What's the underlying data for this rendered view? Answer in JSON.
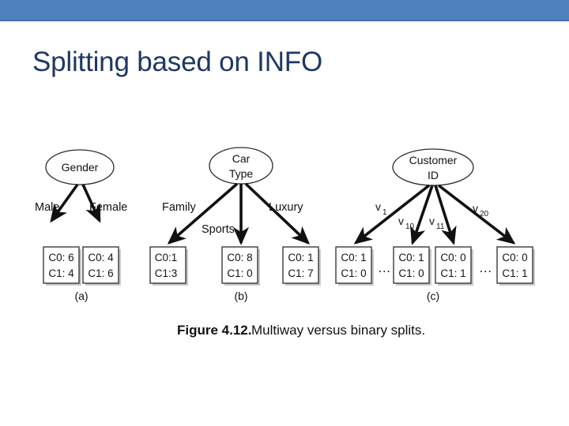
{
  "slide": {
    "title": "Splitting based on INFO",
    "banner_color": "#4f81bd",
    "title_color": "#1f3864",
    "background_color": "#ffffff"
  },
  "figure": {
    "caption_bold": "Figure 4.12.",
    "caption_text": "Multiway versus binary splits.",
    "ellipsis": "…",
    "panels": [
      {
        "id": "a",
        "label": "(a)",
        "root": {
          "lines": [
            "Gender"
          ]
        },
        "edges": [
          {
            "label": "Male",
            "sub": ""
          },
          {
            "label": "Female",
            "sub": ""
          }
        ],
        "leaves": [
          {
            "line1": "C0: 6",
            "line2": "C1: 4"
          },
          {
            "line1": "C0: 4",
            "line2": "C1: 6"
          }
        ]
      },
      {
        "id": "b",
        "label": "(b)",
        "root": {
          "lines": [
            "Car",
            "Type"
          ]
        },
        "edges": [
          {
            "label": "Family",
            "sub": ""
          },
          {
            "label": "Sports",
            "sub": ""
          },
          {
            "label": "Luxury",
            "sub": ""
          }
        ],
        "leaves": [
          {
            "line1": "C0:1",
            "line2": "C1:3"
          },
          {
            "line1": "C0: 8",
            "line2": "C1: 0"
          },
          {
            "line1": "C0: 1",
            "line2": "C1: 7"
          }
        ]
      },
      {
        "id": "c",
        "label": "(c)",
        "root": {
          "lines": [
            "Customer",
            "ID"
          ]
        },
        "edges": [
          {
            "label": "v",
            "sub": "1"
          },
          {
            "label": "v",
            "sub": "10"
          },
          {
            "label": "v",
            "sub": "11"
          },
          {
            "label": "v",
            "sub": "20"
          }
        ],
        "leaves": [
          {
            "line1": "C0: 1",
            "line2": "C1: 0"
          },
          {
            "line1": "C0: 1",
            "line2": "C1: 0"
          },
          {
            "line1": "C0: 0",
            "line2": "C1: 1"
          },
          {
            "line1": "C0: 0",
            "line2": "C1: 1"
          }
        ]
      }
    ]
  }
}
